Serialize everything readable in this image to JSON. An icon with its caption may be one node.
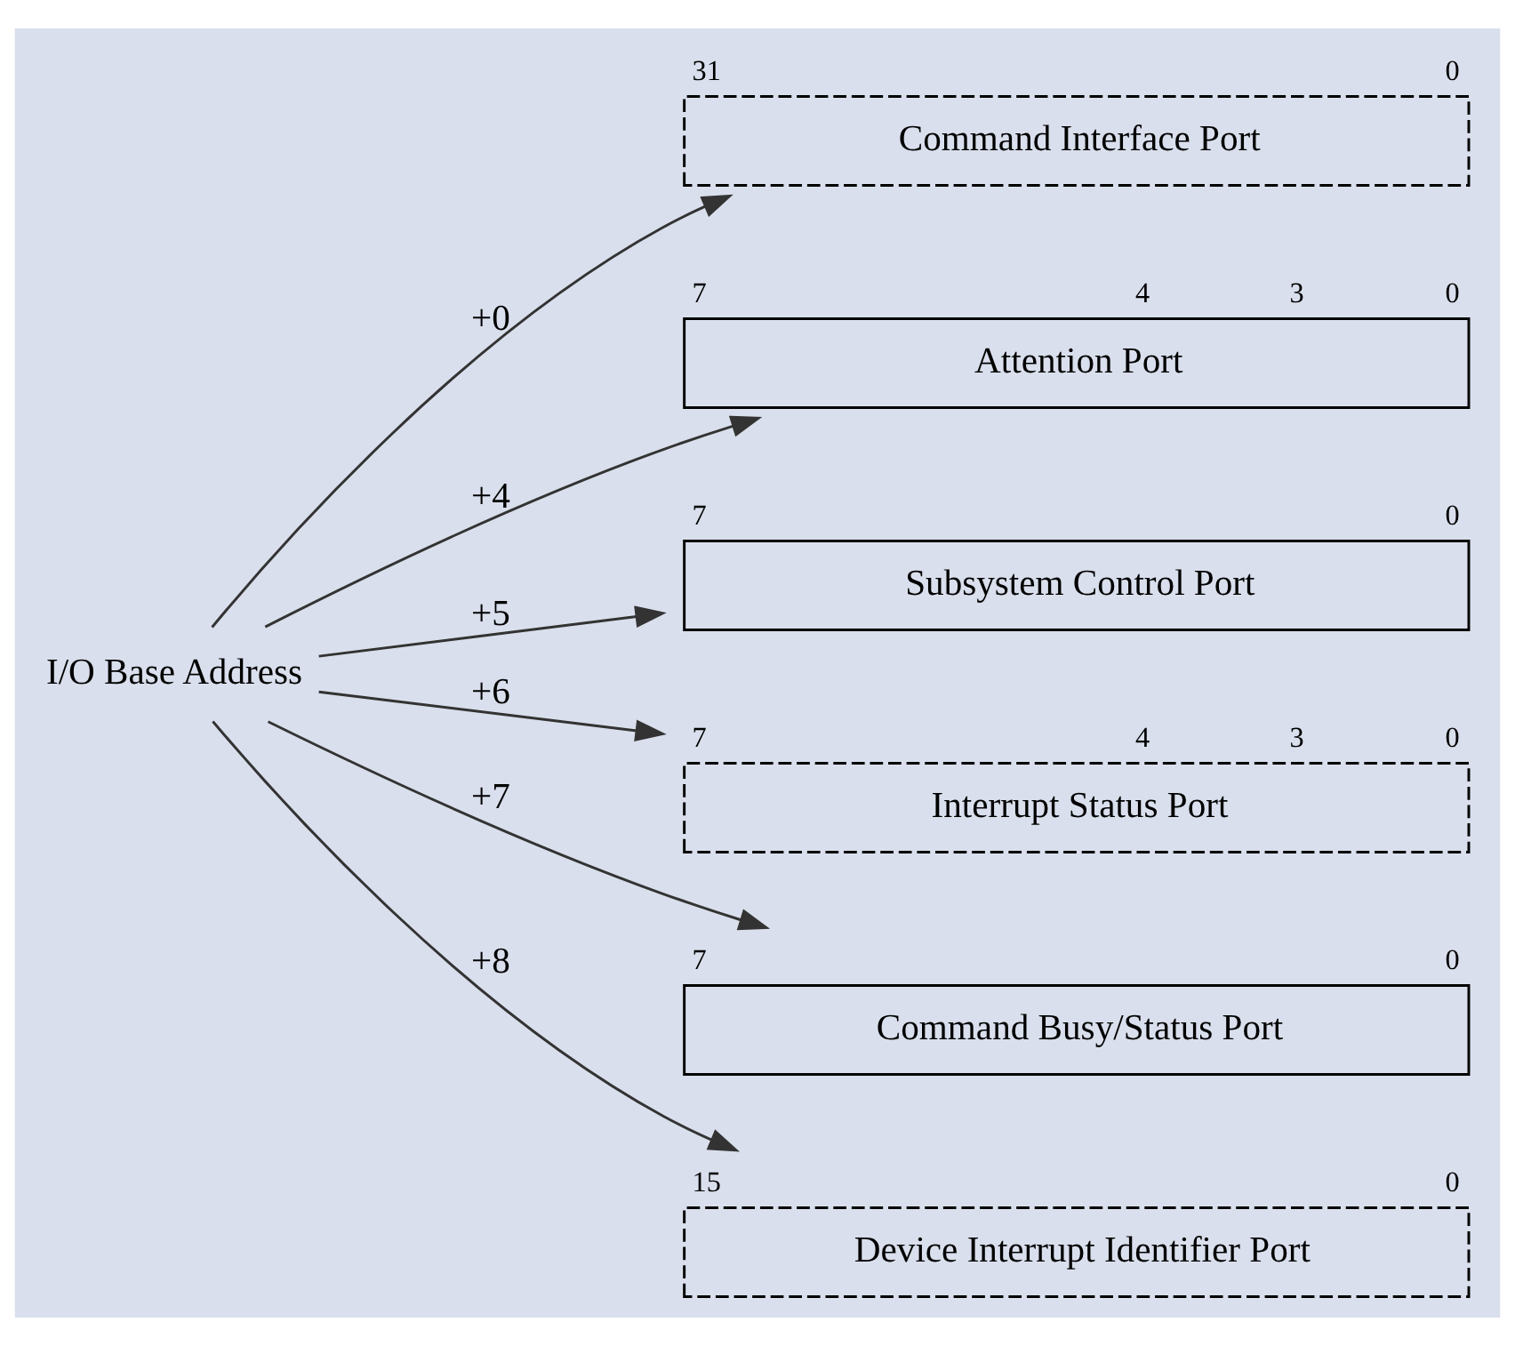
{
  "diagram": {
    "nodes": [
      {
        "text": [
          "I/O Base Address"
        ]
      },
      {
        "text": [
          "Command Interface Port"
        ],
        "beside": [
          "31",
          "0"
        ]
      },
      {
        "text": [
          "Attention Port"
        ],
        "beside": [
          "7",
          "4",
          "3",
          "0"
        ]
      },
      {
        "text": [
          "Subsystem Control Port"
        ],
        "beside": [
          "7",
          "0"
        ]
      },
      {
        "text": [
          "Interrupt Status Port"
        ],
        "beside": [
          "7",
          "4",
          "3",
          "0"
        ]
      },
      {
        "text": [
          "Command Busy/Status Port"
        ],
        "beside": [
          "7",
          "0"
        ]
      },
      {
        "text": [
          "Device Interrupt Identifier Port"
        ],
        "beside": [
          "15",
          "0"
        ]
      }
    ],
    "edges": [
      {
        "from": 0,
        "to": 1,
        "arrow": "to",
        "label": "+0"
      },
      {
        "from": 0,
        "to": 2,
        "arrow": "to",
        "label": "+4"
      },
      {
        "from": 0,
        "to": 3,
        "arrow": "to",
        "label": "+5"
      },
      {
        "from": 0,
        "to": 4,
        "arrow": "to",
        "label": "+6"
      },
      {
        "from": 0,
        "to": 5,
        "arrow": "to",
        "label": "+7"
      },
      {
        "from": 0,
        "to": 6,
        "arrow": "to",
        "label": "+8"
      }
    ]
  }
}
